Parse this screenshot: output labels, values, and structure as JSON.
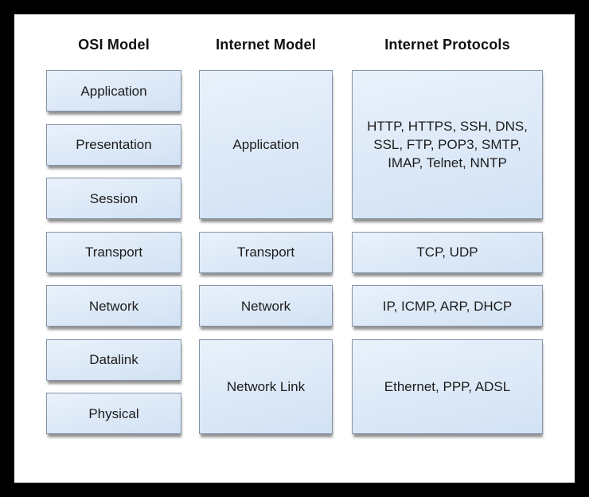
{
  "colors": {
    "frame": "#000000",
    "canvas": "#ffffff",
    "box_fill_top": "#e9f1fb",
    "box_fill_bottom": "#d2e2f4",
    "box_border": "#8593a6",
    "text": "#1c1c1c"
  },
  "columns": [
    {
      "header": "OSI Model",
      "boxes": [
        {
          "label": "Application"
        },
        {
          "label": "Presentation"
        },
        {
          "label": "Session"
        },
        {
          "label": "Transport"
        },
        {
          "label": "Network"
        },
        {
          "label": "Datalink"
        },
        {
          "label": "Physical"
        }
      ]
    },
    {
      "header": "Internet Model",
      "boxes": [
        {
          "label": "Application"
        },
        {
          "label": "Transport"
        },
        {
          "label": "Network"
        },
        {
          "label": "Network Link"
        }
      ]
    },
    {
      "header": "Internet Protocols",
      "boxes": [
        {
          "label": "HTTP, HTTPS, SSH, DNS,\nSSL, FTP, POP3, SMTP,\nIMAP, Telnet, NNTP"
        },
        {
          "label": "TCP, UDP"
        },
        {
          "label": "IP, ICMP, ARP, DHCP"
        },
        {
          "label": "Ethernet, PPP, ADSL"
        }
      ]
    }
  ]
}
